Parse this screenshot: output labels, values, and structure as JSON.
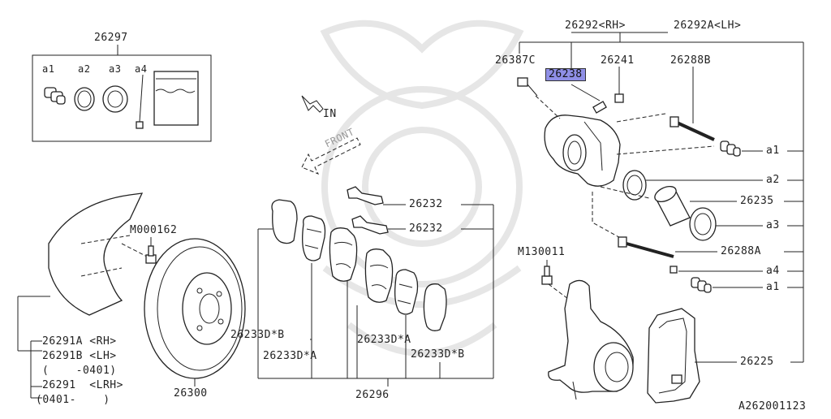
{
  "diagram": {
    "kit_box_label": "26297",
    "kit_items": [
      "a1",
      "a2",
      "a3",
      "a4"
    ],
    "caliper_rh": "26292<RH>",
    "caliper_lh": "26292A<LH>",
    "bolt_top": "26387C",
    "bleeder": "26241",
    "highlighted_part": "26238",
    "guide_pin_b": "26288B",
    "guide_pin_a": "26288A",
    "piston": "26235",
    "support": "26225",
    "knuckle_bolt": "M130011",
    "shield_bolt": "M000162",
    "clip_upper": "26232",
    "clip_lower": "26232",
    "rotor": "26300",
    "pad_kit": "26296",
    "shim_b_left": "26233D*B",
    "shim_a_left": "26233D*A",
    "shim_a_right": "26233D*A",
    "shim_b_right": "26233D*B",
    "shield_rh": "26291A <RH>",
    "shield_lh": "26291B <LH>",
    "shield_range_1": "(    -0401)",
    "shield_lrh": "26291  <LRH>",
    "shield_range_2": "(0401-    )",
    "arrow_in": "IN",
    "arrow_front": "FRONT",
    "right_a1_top": "a1",
    "right_a2": "a2",
    "right_a3": "a3",
    "right_a4": "a4",
    "right_a1_bottom": "a1",
    "figure_code": "A262001123"
  }
}
